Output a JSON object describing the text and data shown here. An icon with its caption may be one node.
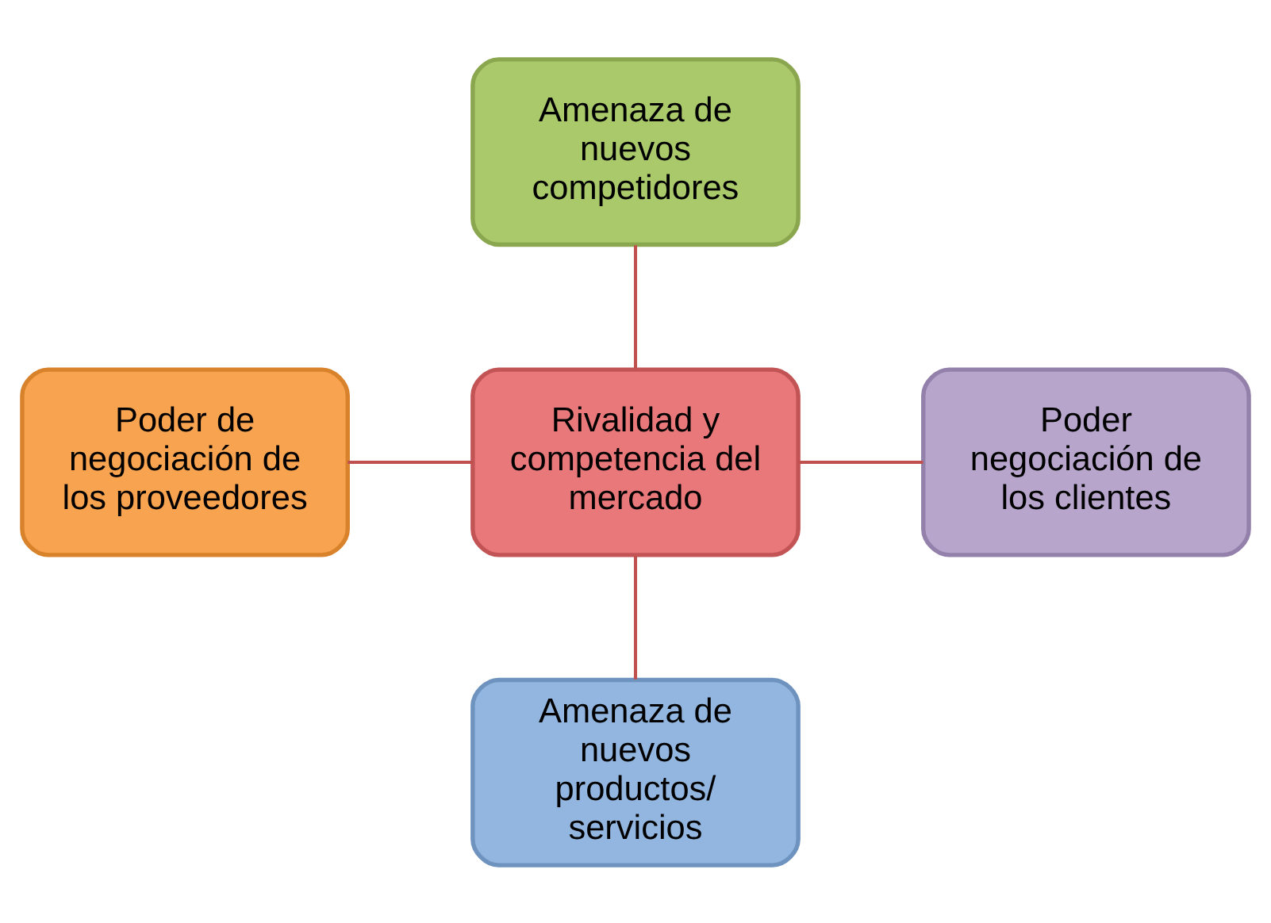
{
  "diagram": {
    "nodes": [
      {
        "text": [
          "Amenaza de nuevos competidores"
        ]
      },
      {
        "text": [
          "Poder de negociación de los proveedores"
        ]
      },
      {
        "text": [
          "Rivalidad y competencia del mercado"
        ]
      },
      {
        "text": [
          "Poder negociación de los clientes"
        ]
      },
      {
        "text": [
          "Amenaza de nuevos productos/ servicios"
        ]
      }
    ],
    "edges": [
      {
        "from": 0,
        "to": 2,
        "arrow": "none"
      },
      {
        "from": 1,
        "to": 2,
        "arrow": "none"
      },
      {
        "from": 2,
        "to": 3,
        "arrow": "none"
      },
      {
        "from": 2,
        "to": 4,
        "arrow": "none"
      }
    ]
  }
}
